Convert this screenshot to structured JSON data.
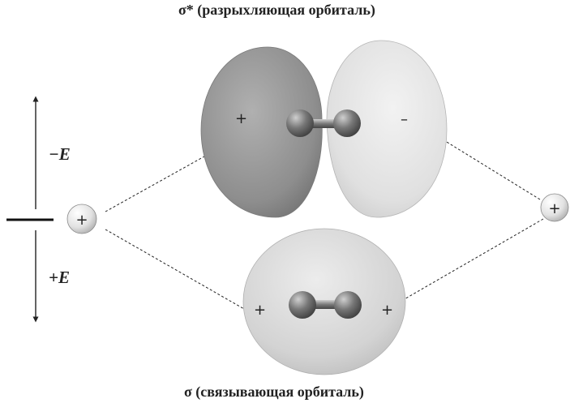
{
  "titles": {
    "antibonding": "σ*  (разрыхляющая орбиталь)",
    "bonding": "σ  (связывающая орбиталь)"
  },
  "energy_axis": {
    "minus_label": "−E",
    "plus_label": "+E"
  },
  "signs": {
    "plus": "+",
    "minus": "–"
  },
  "colors": {
    "lobe_dark": "#8a8a8a",
    "lobe_light": "#e2e2e2",
    "bonding_cloud": "#d4d4d4",
    "atom": "#6a6a6a",
    "line": "#222222"
  }
}
